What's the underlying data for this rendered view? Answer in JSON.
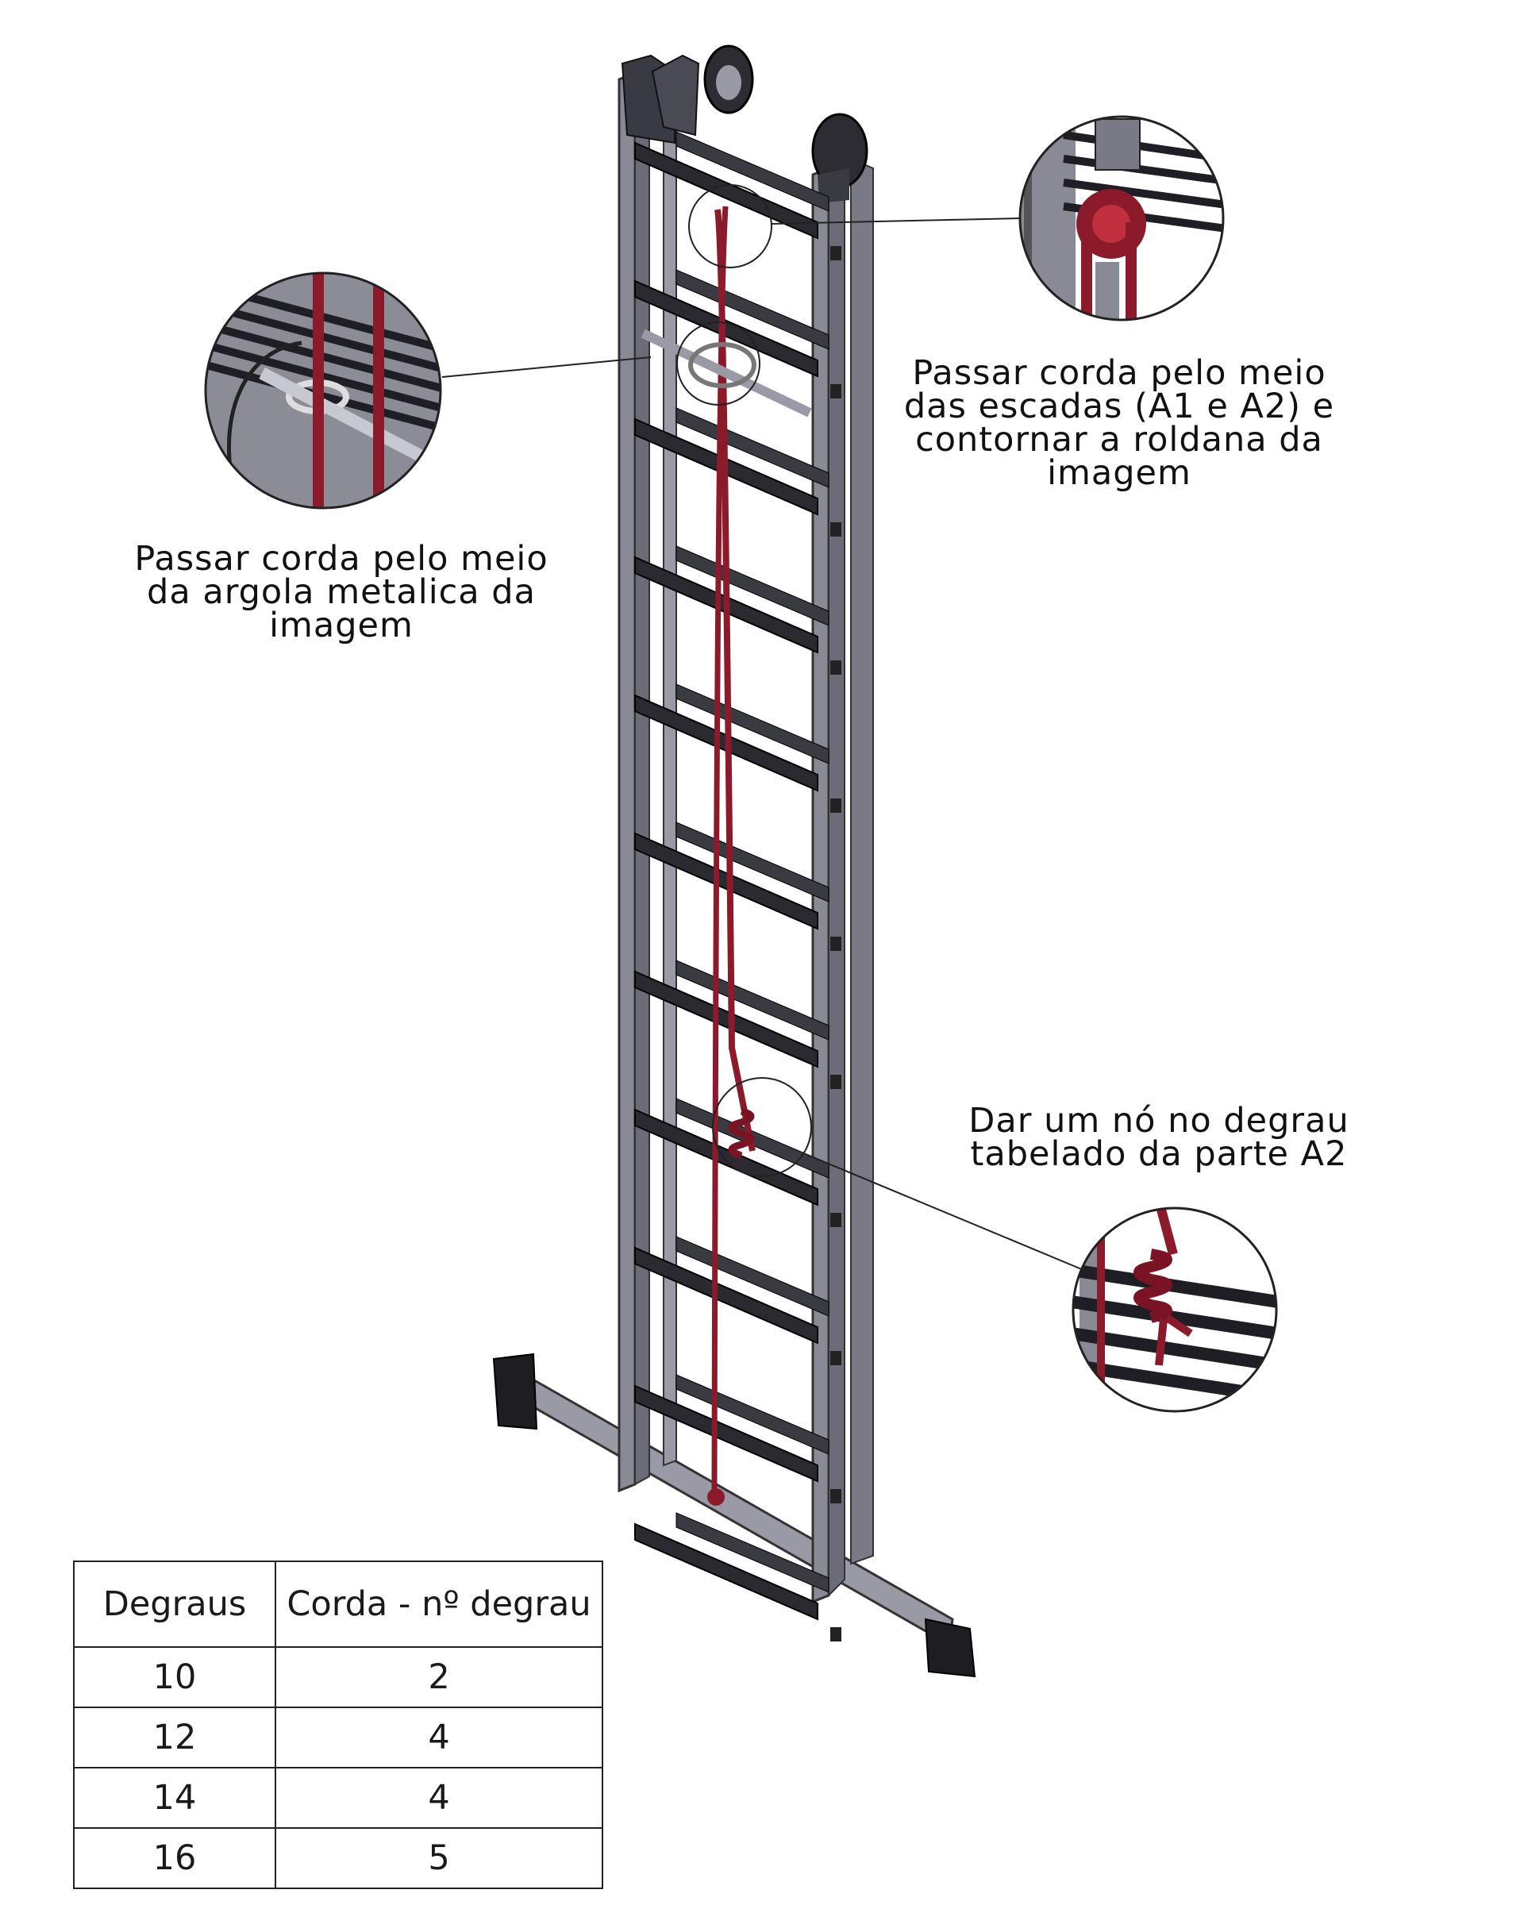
{
  "callouts": {
    "ring": [
      "Passar corda pelo meio",
      "da argola metalica da",
      "imagem"
    ],
    "pulley": [
      "Passar corda pelo meio",
      "das escadas (A1 e A2) e",
      "contornar a roldana da",
      "imagem"
    ],
    "knot": [
      "Dar um nó no degrau",
      "tabelado da parte A2"
    ]
  },
  "table": {
    "headers": [
      "Degraus",
      "Corda - nº degrau"
    ],
    "rows": [
      [
        "10",
        "2"
      ],
      [
        "12",
        "4"
      ],
      [
        "14",
        "4"
      ],
      [
        "16",
        "5"
      ]
    ]
  },
  "colors": {
    "rail": "#8a8a96",
    "rail_dark": "#4a4a55",
    "rung": "#2a2a30",
    "rope": "#8b1a2b",
    "leader": "#222222"
  }
}
